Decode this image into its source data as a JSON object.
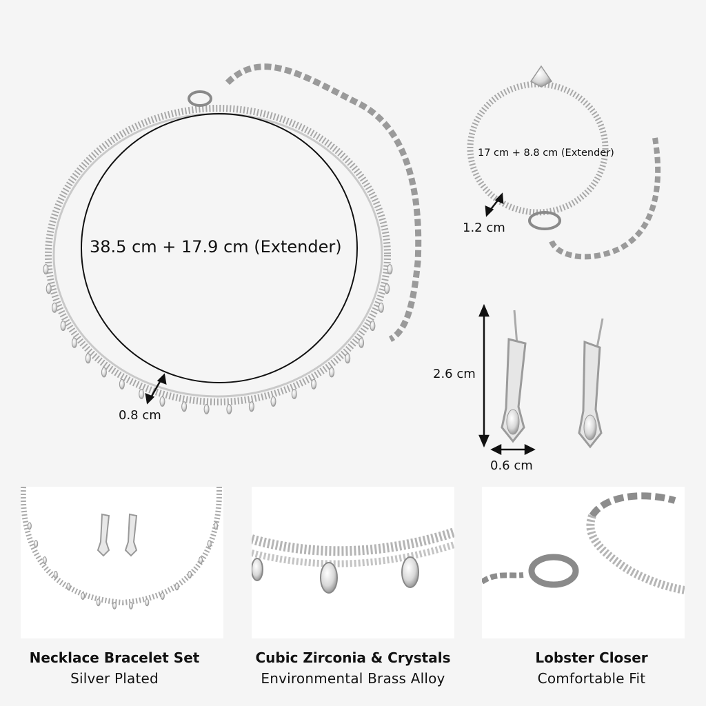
{
  "measurements": {
    "necklace_length": "38.5 cm + 17.9 cm (Extender)",
    "necklace_width": "0.8 cm",
    "bracelet_length": "17 cm + 8.8 cm (Extender)",
    "bracelet_width": "1.2 cm",
    "earring_height": "2.6 cm",
    "earring_width": "0.6 cm"
  },
  "features": [
    {
      "title": "Necklace Bracelet Set",
      "subtitle": "Silver Plated"
    },
    {
      "title": "Cubic Zirconia & Crystals",
      "subtitle": "Environmental Brass Alloy"
    },
    {
      "title": "Lobster Closer",
      "subtitle": "Comfortable Fit"
    }
  ],
  "colors": {
    "background": "#f5f5f5",
    "metal": "#b9b9b9",
    "text": "#111111"
  }
}
